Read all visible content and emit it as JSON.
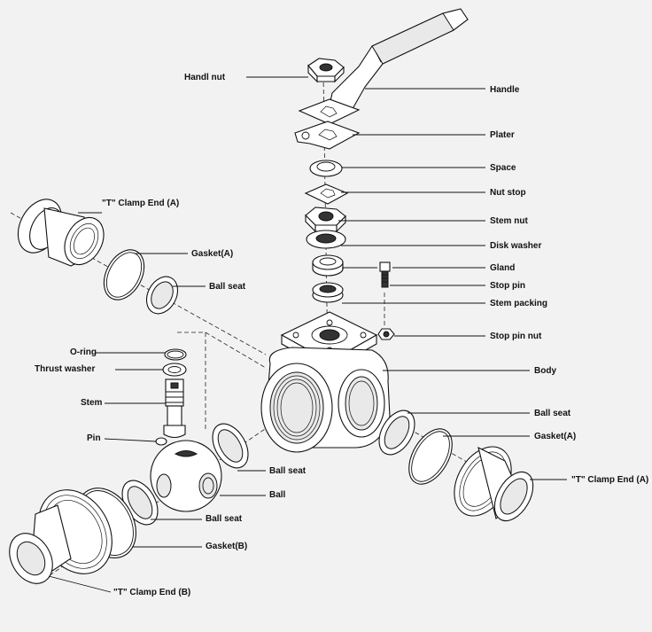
{
  "labels": {
    "handl_nut": "Handl nut",
    "handle": "Handle",
    "plater": "Plater",
    "space": "Space",
    "nut_stop": "Nut stop",
    "stem_nut": "Stem nut",
    "disk_washer": "Disk washer",
    "gland": "Gland",
    "stop_pin": "Stop pin",
    "stem_packing": "Stem packing",
    "stop_pin_nut": "Stop pin nut",
    "body": "Body",
    "ball_seat_right": "Ball seat",
    "gasket_a_right": "Gasket(A)",
    "t_clamp_end_a_right": "\"T\" Clamp End (A)",
    "t_clamp_end_a_left": "\"T\" Clamp End (A)",
    "gasket_a_left": "Gasket(A)",
    "ball_seat_upper_left": "Ball seat",
    "o_ring": "O-ring",
    "thrust_washer": "Thrust washer",
    "stem": "Stem",
    "pin": "Pin",
    "ball_seat_center": "Ball seat",
    "ball": "Ball",
    "ball_seat_lower": "Ball seat",
    "gasket_b": "Gasket(B)",
    "t_clamp_end_b": "\"T\" Clamp End (B)"
  }
}
